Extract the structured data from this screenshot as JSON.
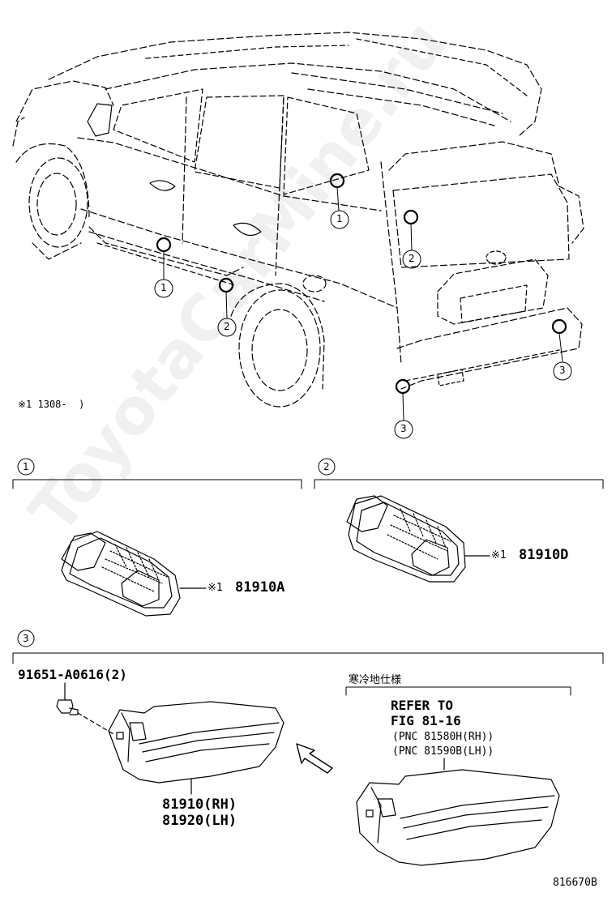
{
  "callouts": {
    "c1": "1",
    "c2": "2",
    "c3": "3"
  },
  "car_note": "※1 1308-  )",
  "sections": [
    {
      "number": "1",
      "mark": "※1",
      "part": "81910A"
    },
    {
      "number": "2",
      "mark": "※1",
      "part": "81910D"
    },
    {
      "number": "3"
    }
  ],
  "section3": {
    "bolt_part": "91651-A0616(2)",
    "lamp_parts": [
      "81910(RH)",
      "81920(LH)"
    ],
    "cold_spec": "寒冷地仕様",
    "refer": [
      "REFER TO",
      "FIG 81-16"
    ],
    "pnc": [
      "(PNC 81580H(RH))",
      "(PNC 81590B(LH))"
    ]
  },
  "diagram_id": "816670B",
  "watermark": "ToyotaCarMine.ru"
}
